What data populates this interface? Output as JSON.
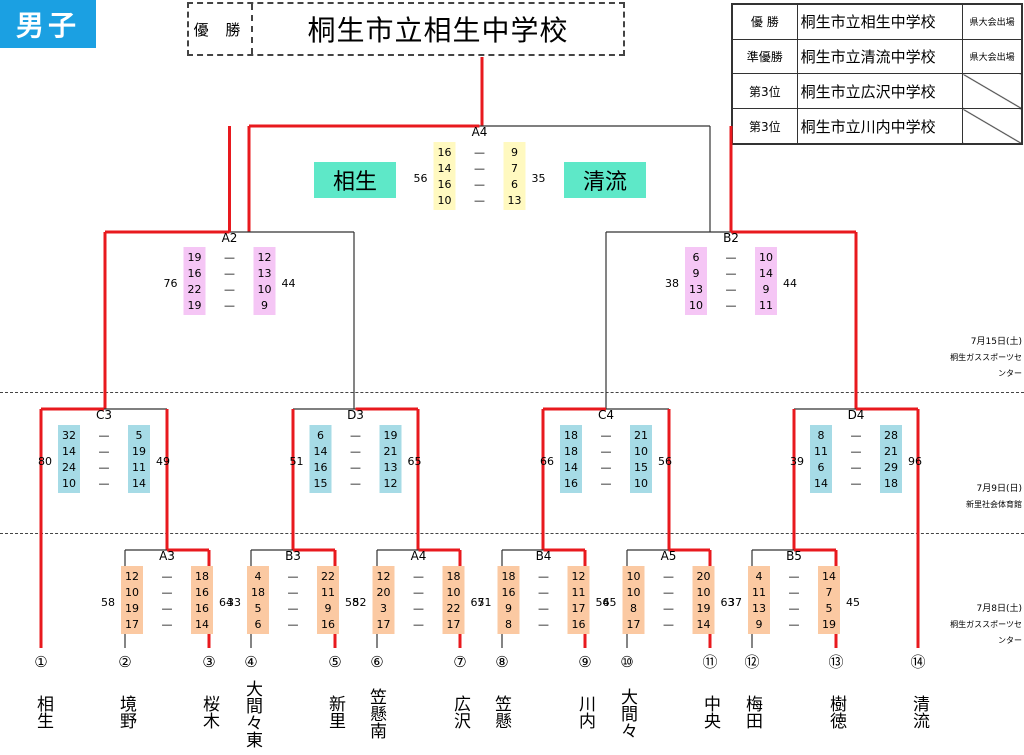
{
  "badge": "男子",
  "champion": {
    "label": "優 勝",
    "name": "桐生市立相生中学校"
  },
  "results": [
    {
      "rank": "優 勝",
      "school": "桐生市立相生中学校",
      "note": "県大会出場"
    },
    {
      "rank": "準優勝",
      "school": "桐生市立清流中学校",
      "note": "県大会出場"
    },
    {
      "rank": "第3位",
      "school": "桐生市立広沢中学校",
      "note": ""
    },
    {
      "rank": "第3位",
      "school": "桐生市立川内中学校",
      "note": ""
    }
  ],
  "final_teams": {
    "left": "相生",
    "right": "清流"
  },
  "dates": [
    {
      "date": "7月15日(土)",
      "venue": "桐生ガススポーツセンター"
    },
    {
      "date": "7月9日(日)",
      "venue": "新里社会体育館"
    },
    {
      "date": "7月8日(土)",
      "venue": "桐生ガススポーツセンター"
    }
  ],
  "colors": {
    "win": "#e8191e",
    "line": "#333333",
    "yellow": "#fff9c0",
    "pink": "#f5c6f5",
    "blue": "#a6dbe6",
    "orange": "#fbc9a2",
    "teal": "#5ee8c8",
    "badge": "#1ba0e2"
  },
  "teams": [
    {
      "num": "①",
      "name": "相生"
    },
    {
      "num": "②",
      "name": "境野"
    },
    {
      "num": "③",
      "name": "桜木"
    },
    {
      "num": "④",
      "name": "大間々東"
    },
    {
      "num": "⑤",
      "name": "新里"
    },
    {
      "num": "⑥",
      "name": "笠懸南"
    },
    {
      "num": "⑦",
      "name": "広沢"
    },
    {
      "num": "⑧",
      "name": "笠懸"
    },
    {
      "num": "⑨",
      "name": "川内"
    },
    {
      "num": "⑩",
      "name": "大間々"
    },
    {
      "num": "⑪",
      "name": "中央"
    },
    {
      "num": "⑫",
      "name": "梅田"
    },
    {
      "num": "⑬",
      "name": "樹徳"
    },
    {
      "num": "⑭",
      "name": "清流"
    }
  ],
  "matches": [
    {
      "id": "A4",
      "L": [
        16,
        14,
        16,
        10
      ],
      "R": [
        9,
        7,
        6,
        13
      ],
      "lt": 56,
      "rt": 35,
      "color": "yellow"
    },
    {
      "id": "A2",
      "L": [
        19,
        16,
        22,
        19
      ],
      "R": [
        12,
        13,
        10,
        9
      ],
      "lt": 76,
      "rt": 44,
      "color": "pink"
    },
    {
      "id": "B2",
      "L": [
        6,
        9,
        13,
        10
      ],
      "R": [
        10,
        14,
        9,
        11
      ],
      "lt": 38,
      "rt": 44,
      "color": "pink"
    },
    {
      "id": "C3",
      "L": [
        32,
        14,
        24,
        10
      ],
      "R": [
        5,
        19,
        11,
        14
      ],
      "lt": 80,
      "rt": 49,
      "color": "blue"
    },
    {
      "id": "D3",
      "L": [
        6,
        14,
        16,
        15
      ],
      "R": [
        19,
        21,
        13,
        12
      ],
      "lt": 51,
      "rt": 65,
      "color": "blue"
    },
    {
      "id": "C4",
      "L": [
        18,
        18,
        14,
        16
      ],
      "R": [
        21,
        10,
        15,
        10
      ],
      "lt": 66,
      "rt": 56,
      "color": "blue"
    },
    {
      "id": "D4",
      "L": [
        8,
        11,
        6,
        14
      ],
      "R": [
        28,
        21,
        29,
        18
      ],
      "lt": 39,
      "rt": 96,
      "color": "blue"
    },
    {
      "id": "A3",
      "L": [
        12,
        10,
        19,
        17
      ],
      "R": [
        18,
        16,
        16,
        14
      ],
      "lt": 58,
      "rt": 64,
      "color": "orange"
    },
    {
      "id": "B3",
      "L": [
        4,
        18,
        5,
        6
      ],
      "R": [
        22,
        11,
        9,
        16
      ],
      "lt": 33,
      "rt": 58,
      "color": "orange"
    },
    {
      "id": "A4",
      "L": [
        12,
        20,
        3,
        17
      ],
      "R": [
        18,
        10,
        22,
        17
      ],
      "lt": 52,
      "rt": 67,
      "color": "orange"
    },
    {
      "id": "B4",
      "L": [
        18,
        16,
        9,
        8
      ],
      "R": [
        12,
        11,
        17,
        16
      ],
      "lt": 51,
      "rt": 56,
      "color": "orange"
    },
    {
      "id": "A5",
      "L": [
        10,
        10,
        8,
        17
      ],
      "R": [
        20,
        10,
        19,
        14
      ],
      "lt": 45,
      "rt": 63,
      "color": "orange"
    },
    {
      "id": "B5",
      "L": [
        4,
        11,
        13,
        9
      ],
      "R": [
        14,
        7,
        5,
        19
      ],
      "lt": 37,
      "rt": 45,
      "color": "orange"
    }
  ]
}
